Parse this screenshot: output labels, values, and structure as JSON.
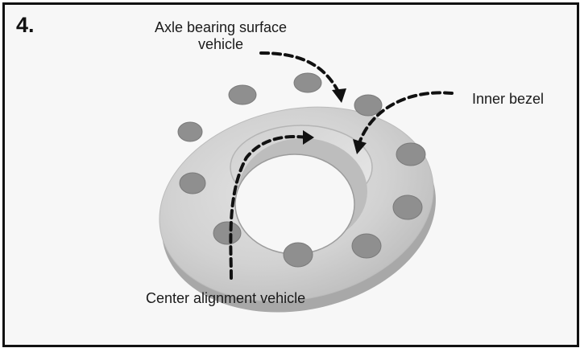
{
  "step_number": "4.",
  "labels": {
    "axle_line1": "Axle bearing surface",
    "axle_line2": "vehicle",
    "inner_bezel": "Inner bezel",
    "center_alignment": "Center alignment vehicle"
  },
  "colors": {
    "frame": "#111111",
    "arrow": "#111111",
    "background": "#f7f7f7",
    "spacer_face": "#cfcfcf",
    "spacer_edge": "#a9a9a9"
  }
}
